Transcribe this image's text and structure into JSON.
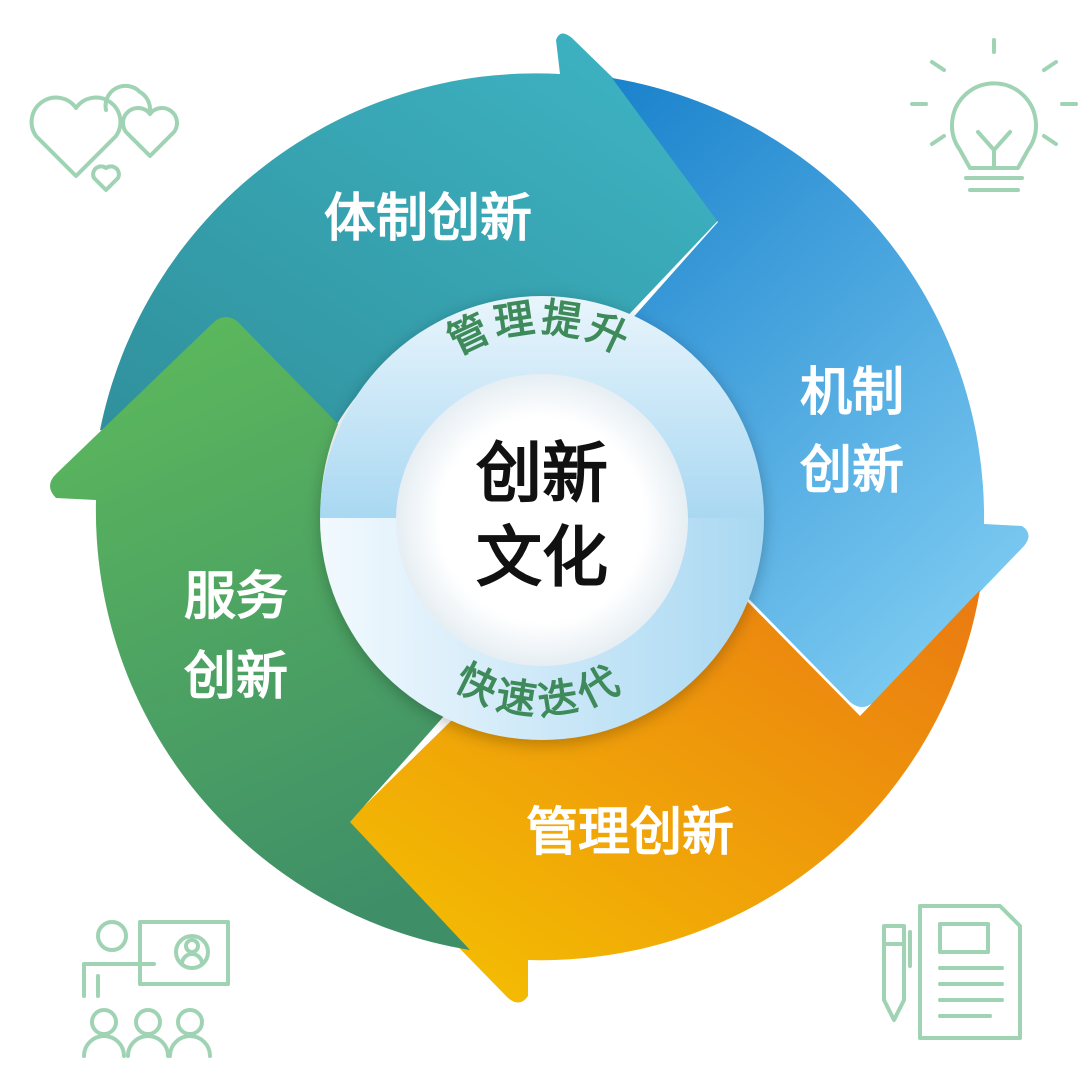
{
  "segments": {
    "top": "体制创新",
    "right_line1": "机制",
    "right_line2": "创新",
    "bottom": "管理创新",
    "left_line1": "服务",
    "left_line2": "创新"
  },
  "ring": {
    "top": "管理提升",
    "bottom": "快速迭代"
  },
  "core": {
    "line1": "创新",
    "line2": "文化"
  },
  "colors": {
    "teal": "#3aaab8",
    "blue": "#4aa8e0",
    "orange": "#f0a010",
    "green": "#4aaa62",
    "icon_stroke": "#9fd3b3",
    "ring_text": "#3e8a5a"
  },
  "icons": [
    "hearts-icon",
    "lightbulb-icon",
    "presentation-icon",
    "document-pen-icon"
  ]
}
